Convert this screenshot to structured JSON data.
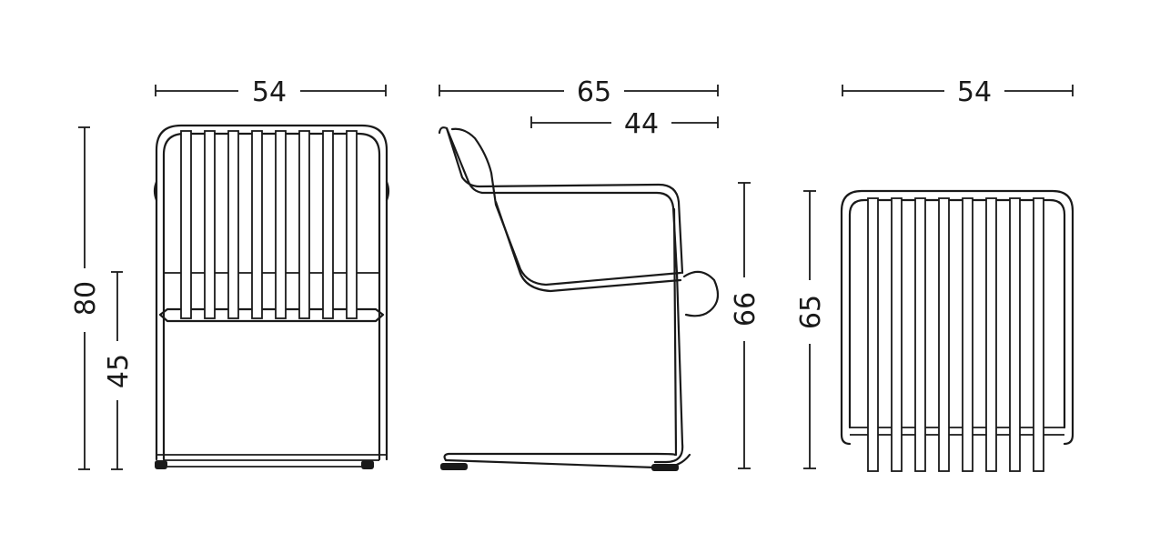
{
  "front_view": {
    "width_label": "54",
    "height_label": "80",
    "seat_height_label": "45"
  },
  "side_view": {
    "depth_label": "65",
    "seat_depth_label": "44",
    "height_label": "66"
  },
  "top_view": {
    "width_label": "54",
    "depth_label": "65"
  }
}
